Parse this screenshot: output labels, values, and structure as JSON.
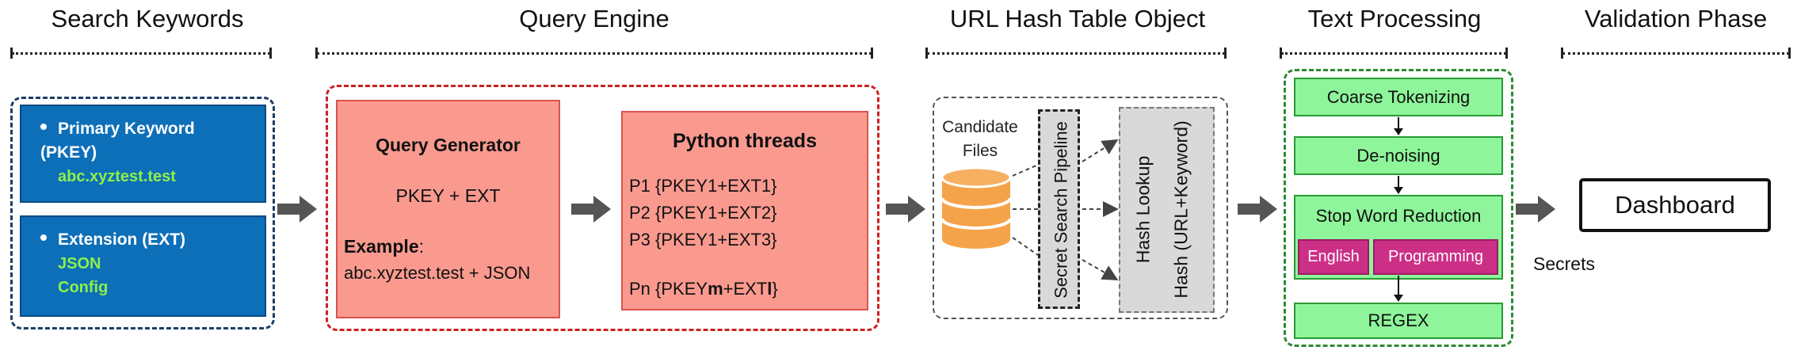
{
  "sections": {
    "search_keywords": "Search Keywords",
    "query_engine": "Query Engine",
    "url_hash": "URL Hash Table Object",
    "text_processing": "Text Processing",
    "validation": "Validation Phase"
  },
  "keywords": {
    "primary_label": "Primary Keyword (PKEY)",
    "primary_value": "abc.xyztest.test",
    "extension_label": "Extension (EXT)",
    "extension_values": [
      "JSON",
      "Config"
    ]
  },
  "query_generator": {
    "title": "Query Generator",
    "formula": "PKEY + EXT",
    "example_label": "Example",
    "example_value": "abc.xyztest.test + JSON"
  },
  "python_threads": {
    "title": "Python threads",
    "lines": [
      "P1 {PKEY1+EXT1}",
      "P2 {PKEY1+EXT2}",
      "P3 {PKEY1+EXT3}"
    ],
    "last": {
      "prefix": "Pn {PKEY",
      "bold1": "m",
      "mid": "+EXT",
      "bold2": "l",
      "suffix": "}"
    }
  },
  "url_hash": {
    "candidate_files": [
      "Candidate",
      "Files"
    ],
    "pipeline": "Secret Search Pipeline",
    "hash_lookup": "Hash Lookup",
    "hash_formula": "Hash (URL+Keyword)"
  },
  "text_processing": {
    "steps": [
      "Coarse Tokenizing",
      "De-noising",
      "Stop Word Reduction",
      "REGEX"
    ],
    "languages": [
      "English",
      "Programming"
    ]
  },
  "validation": {
    "dashboard": "Dashboard",
    "secrets": "Secrets"
  },
  "colors": {
    "blue": "#0d6fb8",
    "salmon": "#fa9a8f",
    "green": "#8ef59a",
    "magenta": "#cc2f86",
    "db_orange": "#f5a34a"
  }
}
